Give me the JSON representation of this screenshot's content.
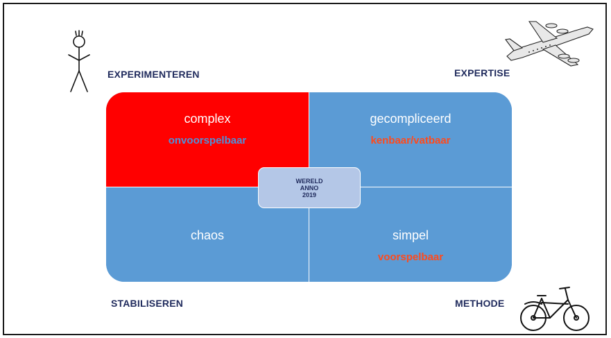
{
  "labels": {
    "top_left": "EXPERIMENTEREN",
    "top_right": "EXPERTISE",
    "bottom_left": "STABILISEREN",
    "bottom_right": "METHODE"
  },
  "quadrants": {
    "complex": {
      "title": "complex",
      "subtitle": "onvoorspelbaar",
      "color": "#ff0000",
      "subtitle_color": "#4f91d9"
    },
    "complicated": {
      "title": "gecompliceerd",
      "subtitle": "kenbaar/vatbaar",
      "color": "#5b9bd5",
      "subtitle_color": "#ff4a1c"
    },
    "chaos": {
      "title": "chaos",
      "color": "#5b9bd5"
    },
    "simple": {
      "title": "simpel",
      "subtitle": "voorspelbaar",
      "color": "#5b9bd5",
      "subtitle_color": "#ff4a1c"
    }
  },
  "center": {
    "line1": "WERELD",
    "line2": "ANNO",
    "line3": "2019"
  },
  "icons": {
    "top_left": "stick-figure-icon",
    "top_right": "airplane-icon",
    "bottom_right": "bicycle-icon"
  }
}
